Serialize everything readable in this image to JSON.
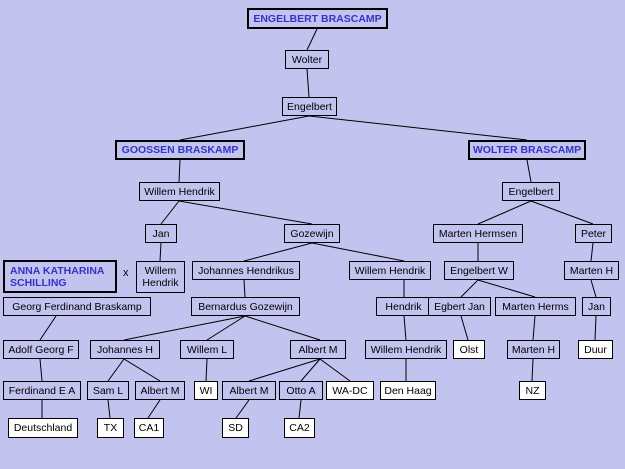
{
  "people": {
    "engelbert_braskamp": "ENGELBERT  BRASCAMP",
    "wolter_1": "Wolter",
    "engelbert_1": "Engelbert",
    "goossen": "GOOSSEN  BRASKAMP",
    "wolter_brascamp": "WOLTER BRASCAMP",
    "willem_hendrik_1": "Willem Hendrik",
    "engelbert_2": "Engelbert",
    "jan_1": "Jan",
    "gozewijn": "Gozewijn",
    "marten_hermsen": "Marten Hermsen",
    "peter": "Peter",
    "anna": "ANNA KATHARINA SCHILLING",
    "willem_hendrik_2": "Willem Hendrik",
    "johannes_hendrikus": "Johannes Hendrikus",
    "willem_hendrik_3": "Willem Hendrik",
    "engelbert_w": "Engelbert W",
    "marten_h_1": "Marten H",
    "georg": "Georg Ferdinand Braskamp",
    "bernardus": "Bernardus Gozewijn",
    "hendrik": "Hendrik",
    "egbert_jan": "Egbert Jan",
    "marten_herms": "Marten Herms",
    "jan_2": "Jan",
    "adolf": "Adolf Georg F",
    "johannes_h": "Johannes H",
    "willem_l": "Willem L",
    "albert_m_1": "Albert M",
    "willem_hendrik_4": "Willem Hendrik",
    "olst": "Olst",
    "marten_h_2": "Marten H",
    "duur": "Duur",
    "ferdinand": "Ferdinand E A",
    "sam_l": "Sam L",
    "albert_m_2": "Albert M",
    "wi": "WI",
    "albert_m_3": "Albert M",
    "otto_a": "Otto A",
    "wa_dc": "WA-DC",
    "den_haag": "Den Haag",
    "nz": "NZ",
    "deutschland": "Deutschland",
    "tx": "TX",
    "ca1": "CA1",
    "sd": "SD",
    "ca2": "CA2"
  },
  "marriage_marker": "x"
}
